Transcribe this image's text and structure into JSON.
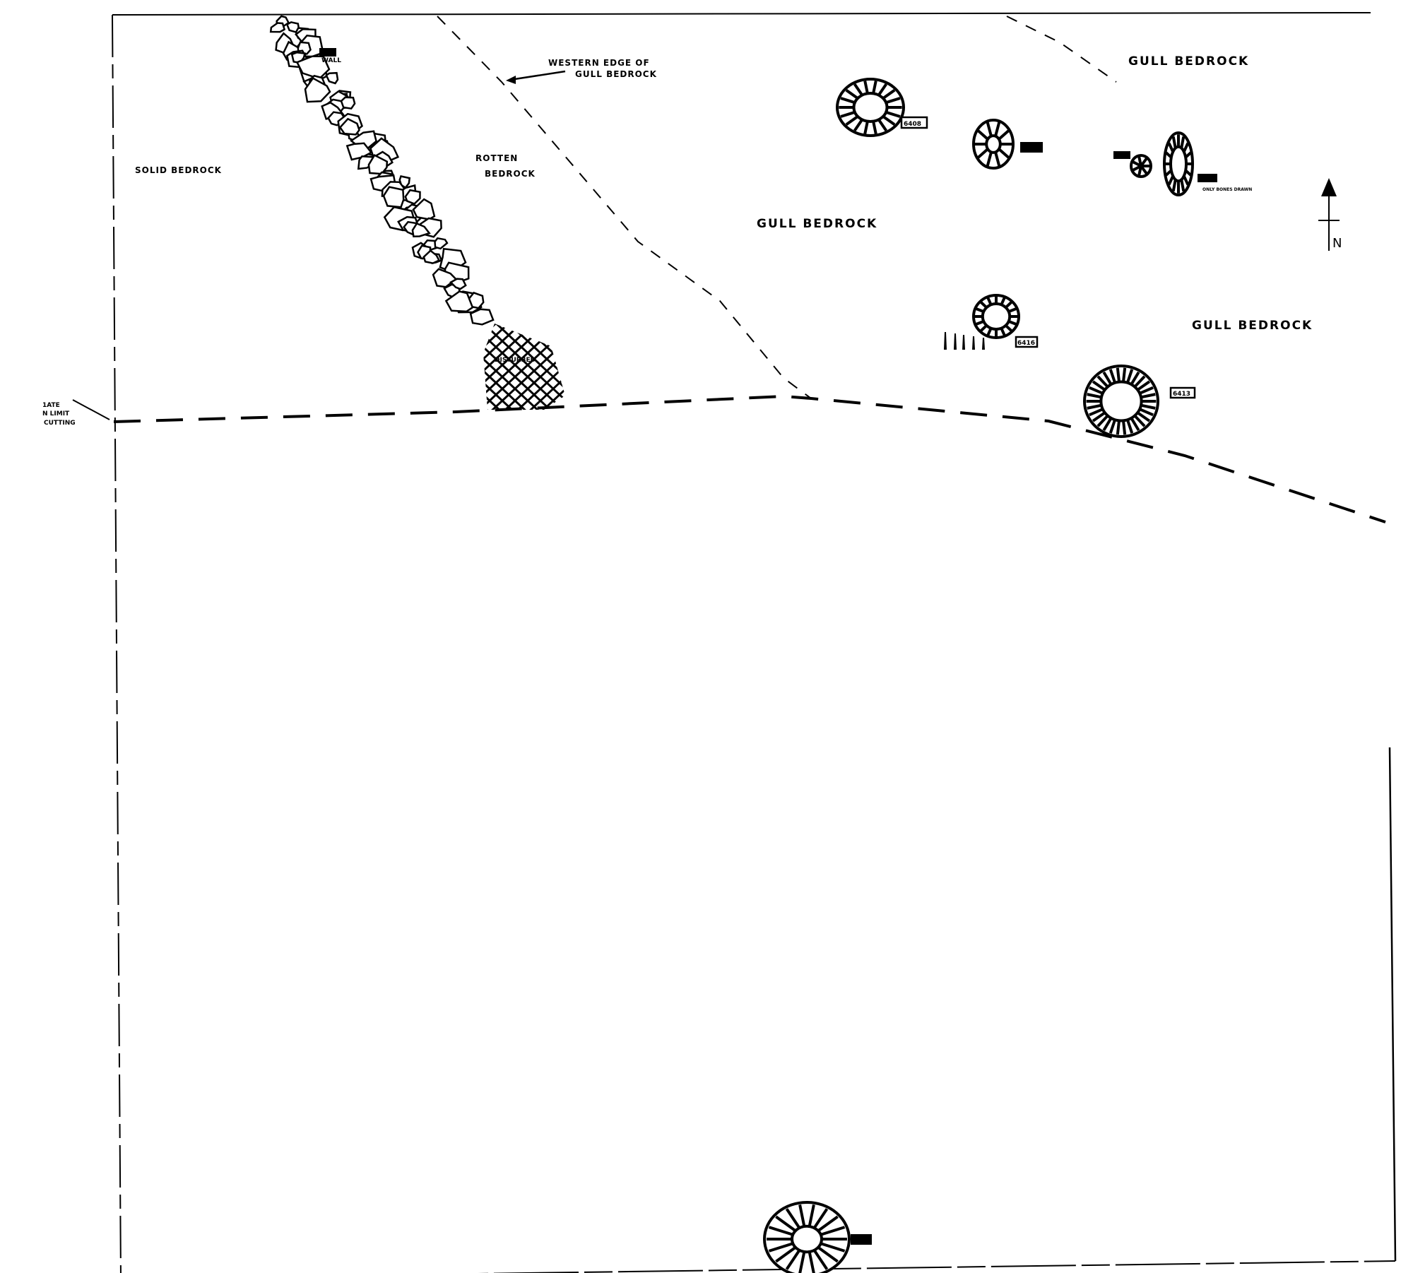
{
  "plan": {
    "zones": {
      "solid_bedrock": "SOLID BEDROCK",
      "rotten_bedrock_1": "ROTTEN",
      "rotten_bedrock_2": "BEDROCK",
      "gull_bedrock_center": "GULL BEDROCK",
      "gull_bedrock_top_right": "GULL BEDROCK",
      "gull_bedrock_right": "GULL BEDROCK"
    },
    "annotations": {
      "western_edge_1": "WESTERN EDGE OF",
      "western_edge_2": "GULL BEDROCK",
      "limit_1": "1ATE",
      "limit_2": "N LIMIT",
      "limit_3": "CUTTING",
      "wall": "WALL",
      "disturbed": "DISTURBED",
      "only_bones": "ONLY BONES DRAWN"
    },
    "context_labels": [
      "6408",
      "6416",
      "6413"
    ],
    "north": "N"
  }
}
